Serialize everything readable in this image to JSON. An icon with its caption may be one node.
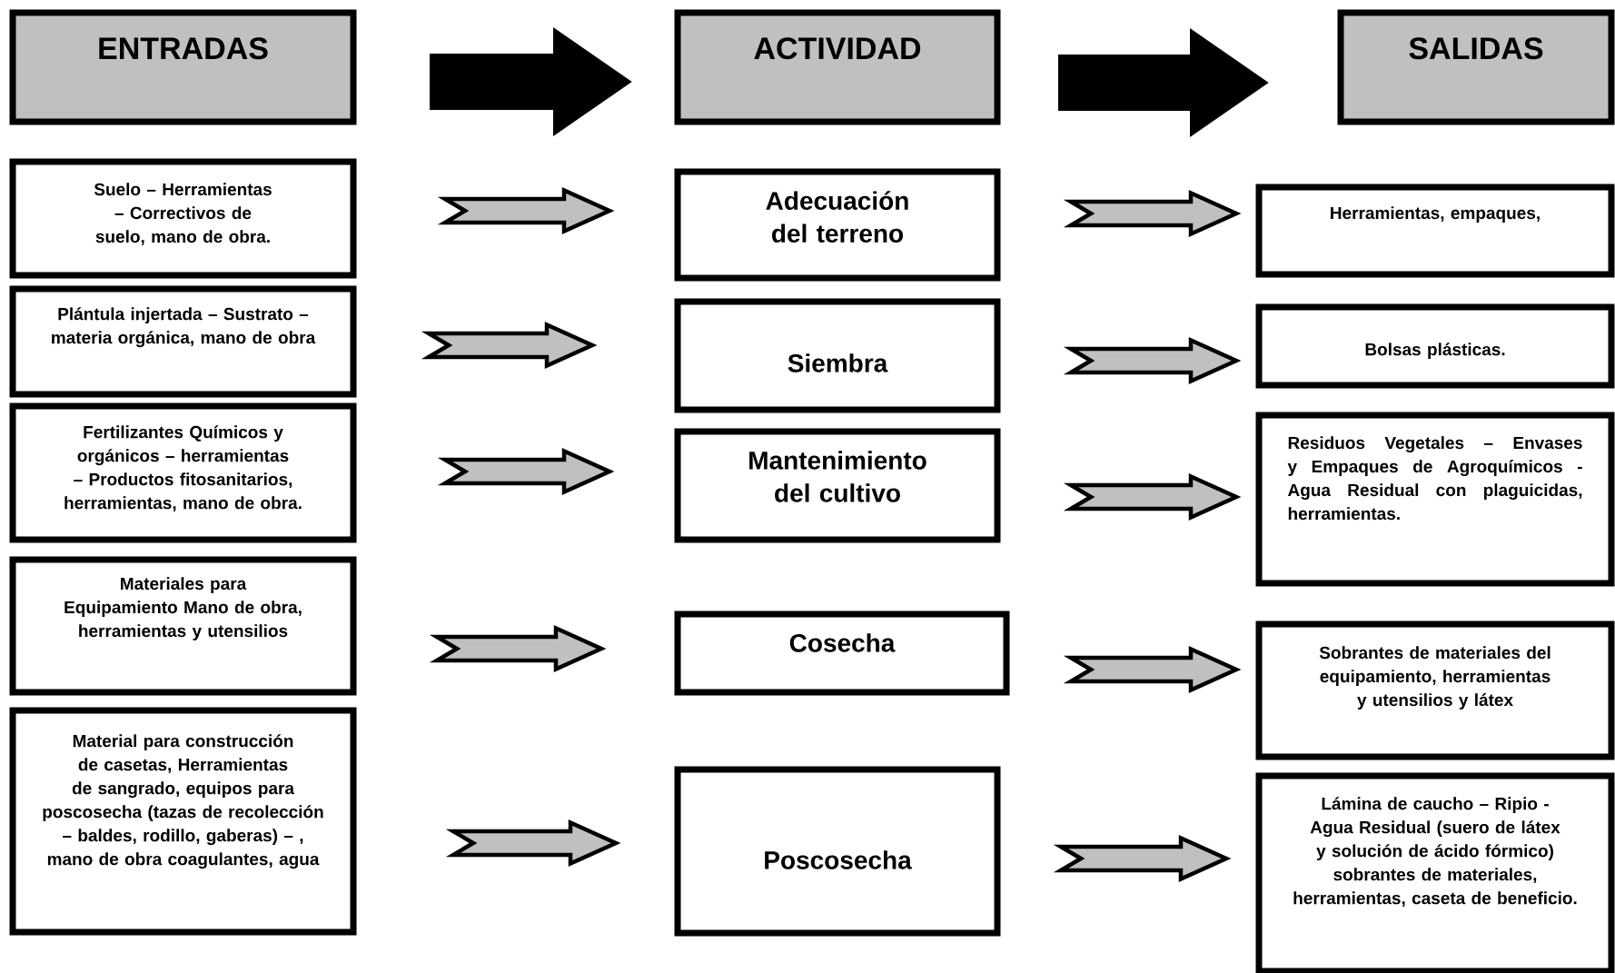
{
  "diagram": {
    "nodes": [
      {
        "text": [
          "ENTRADAS"
        ]
      },
      {
        "text": [
          "ACTIVIDAD"
        ]
      },
      {
        "text": [
          "SALIDAS"
        ]
      },
      {
        "text": [
          "Suelo – Herramientas – Correctivos de suelo, mano de obra."
        ]
      },
      {
        "text": [
          "Adecuación del terreno"
        ]
      },
      {
        "text": [
          "Herramientas, empaques,"
        ]
      },
      {
        "text": [
          "Plántula injertada – Sustrato – materia orgánica, mano de obra"
        ]
      },
      {
        "text": [
          "Siembra"
        ]
      },
      {
        "text": [
          "Bolsas plásticas."
        ]
      },
      {
        "text": [
          "Fertilizantes Químicos y orgánicos – herramientas – Productos fitosanitarios, herramientas, mano de obra."
        ]
      },
      {
        "text": [
          "Mantenimiento del cultivo"
        ]
      },
      {
        "text": [
          "Residuos Vegetales – Envases y Empaques de Agroquímicos - Agua Residual con plaguicidas, herramientas."
        ]
      },
      {
        "text": [
          "Materiales para Equipamiento Mano de obra, herramientas y utensilios"
        ]
      },
      {
        "text": [
          "Cosecha"
        ]
      },
      {
        "text": [
          "Sobrantes de materiales del equipamiento, herramientas y utensilios y látex"
        ]
      },
      {
        "text": [
          "Material para construcción de casetas, Herramientas de sangrado, equipos para poscosecha (tazas de recolección – baldes, rodillo, gaberas) – , mano de obra coagulantes, agua"
        ]
      },
      {
        "text": [
          "Poscosecha"
        ]
      },
      {
        "text": [
          "Lámina de caucho – Ripio - Agua Residual (suero de látex y solución de ácido fórmico) sobrantes de materiales, herramientas, caseta de beneficio."
        ]
      }
    ],
    "edges": [
      {
        "from": 0,
        "to": 1,
        "arrow": "to",
        "style": "thick",
        "color": "#000000"
      },
      {
        "from": 1,
        "to": 2,
        "arrow": "to",
        "style": "thick",
        "color": "#000000"
      },
      {
        "from": 3,
        "to": 4,
        "arrow": "to"
      },
      {
        "from": 4,
        "to": 5,
        "arrow": "to"
      },
      {
        "from": 6,
        "to": 7,
        "arrow": "to"
      },
      {
        "from": 7,
        "to": 8,
        "arrow": "to"
      },
      {
        "from": 9,
        "to": 10,
        "arrow": "to"
      },
      {
        "from": 10,
        "to": 11,
        "arrow": "to"
      },
      {
        "from": 12,
        "to": 13,
        "arrow": "to"
      },
      {
        "from": 13,
        "to": 14,
        "arrow": "to"
      },
      {
        "from": 15,
        "to": 16,
        "arrow": "to"
      },
      {
        "from": 16,
        "to": 17,
        "arrow": "to"
      }
    ]
  }
}
